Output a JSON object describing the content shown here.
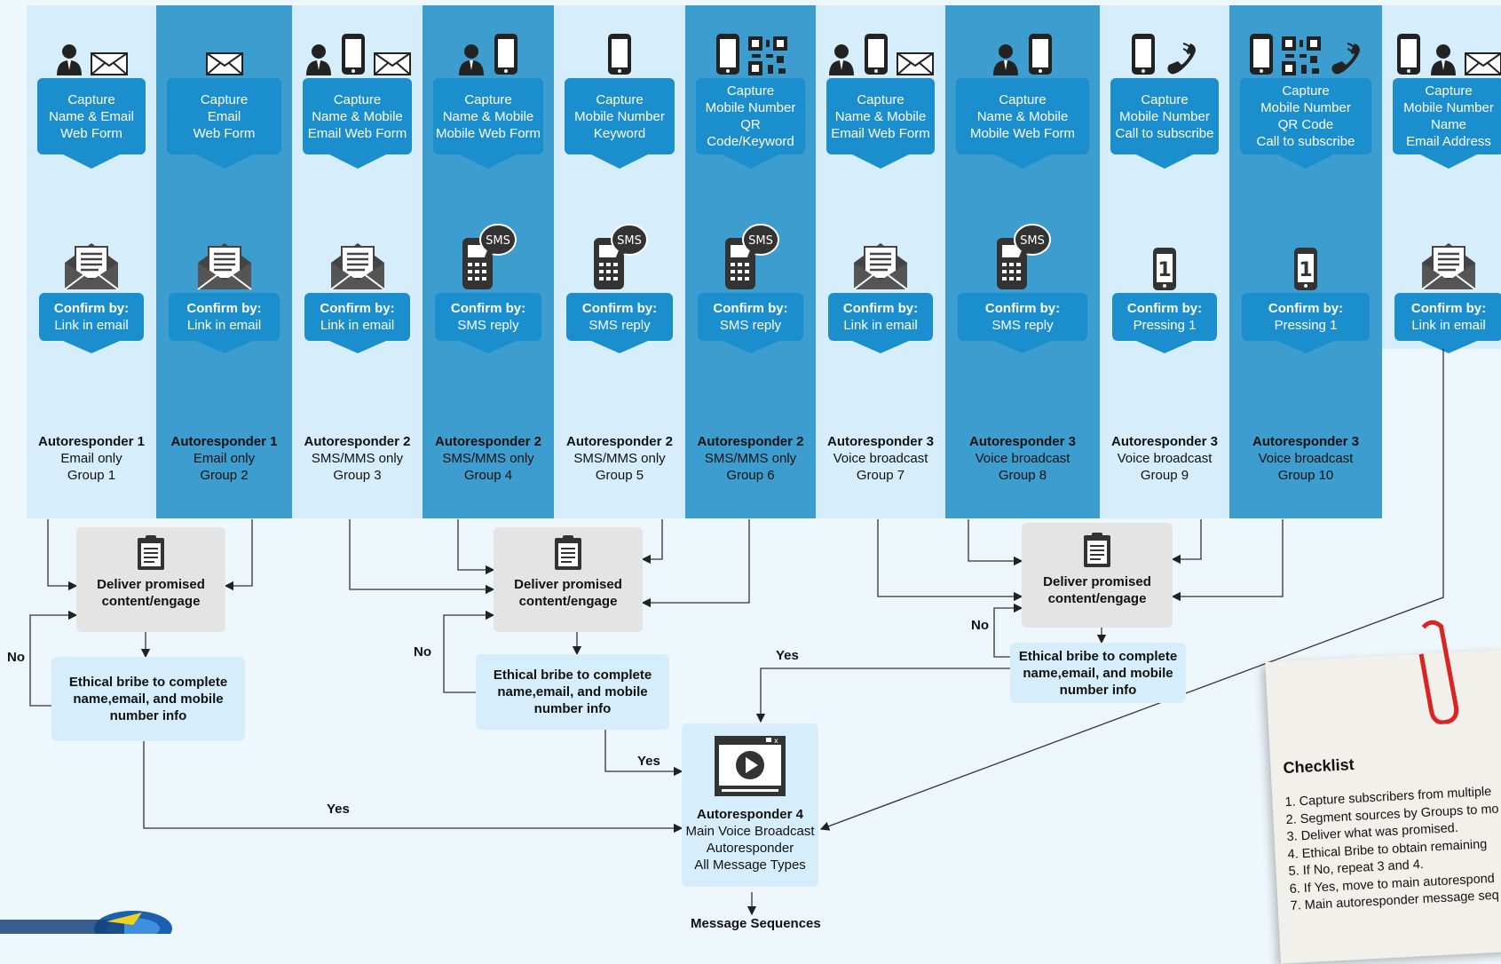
{
  "columns": [
    {
      "capture": [
        "Capture",
        "Name & Email",
        "Web Form"
      ],
      "icons": [
        "person-icon",
        "envelope-icon"
      ],
      "confirm": [
        "Confirm by:",
        "Link in email"
      ],
      "confirm_icon": "open-envelope-icon",
      "resp": [
        "Autoresponder 1",
        "Email only",
        "Group 1"
      ]
    },
    {
      "capture": [
        "Capture",
        "Email",
        "Web Form"
      ],
      "icons": [
        "envelope-icon"
      ],
      "confirm": [
        "Confirm by:",
        "Link in email"
      ],
      "confirm_icon": "open-envelope-icon",
      "resp": [
        "Autoresponder 1",
        "Email only",
        "Group 2"
      ]
    },
    {
      "capture": [
        "Capture",
        "Name & Mobile",
        "Email Web Form"
      ],
      "icons": [
        "person-icon",
        "phone-icon",
        "envelope-icon"
      ],
      "confirm": [
        "Confirm by:",
        "Link in email"
      ],
      "confirm_icon": "open-envelope-icon",
      "resp": [
        "Autoresponder 2",
        "SMS/MMS only",
        "Group 3"
      ]
    },
    {
      "capture": [
        "Capture",
        "Name & Mobile",
        "Mobile Web Form"
      ],
      "icons": [
        "person-icon",
        "phone-icon"
      ],
      "confirm": [
        "Confirm by:",
        "SMS reply"
      ],
      "confirm_icon": "sms-phone-icon",
      "resp": [
        "Autoresponder 2",
        "SMS/MMS only",
        "Group 4"
      ]
    },
    {
      "capture": [
        "Capture",
        "Mobile Number",
        "Keyword"
      ],
      "icons": [
        "phone-icon"
      ],
      "confirm": [
        "Confirm by:",
        "SMS reply"
      ],
      "confirm_icon": "sms-phone-icon",
      "resp": [
        "Autoresponder 2",
        "SMS/MMS only",
        "Group 5"
      ]
    },
    {
      "capture": [
        "Capture",
        "Mobile Number",
        "QR Code/Keyword"
      ],
      "icons": [
        "phone-icon",
        "qr-code-icon"
      ],
      "confirm": [
        "Confirm by:",
        "SMS reply"
      ],
      "confirm_icon": "sms-phone-icon",
      "resp": [
        "Autoresponder 2",
        "SMS/MMS only",
        "Group 6"
      ]
    },
    {
      "capture": [
        "Capture",
        "Name & Mobile",
        "Email Web Form"
      ],
      "icons": [
        "person-icon",
        "phone-icon",
        "envelope-icon"
      ],
      "confirm": [
        "Confirm by:",
        "Link in email"
      ],
      "confirm_icon": "open-envelope-icon",
      "resp": [
        "Autoresponder 3",
        "Voice broadcast",
        "Group 7"
      ]
    },
    {
      "capture": [
        "Capture",
        "Name & Mobile",
        "Mobile Web Form"
      ],
      "icons": [
        "person-icon",
        "phone-icon"
      ],
      "confirm": [
        "Confirm by:",
        "SMS reply"
      ],
      "confirm_icon": "sms-phone-icon",
      "resp": [
        "Autoresponder 3",
        "Voice broadcast",
        "Group 8"
      ]
    },
    {
      "capture": [
        "Capture",
        "Mobile Number",
        "Call to subscribe"
      ],
      "icons": [
        "phone-icon",
        "call-handset-icon"
      ],
      "confirm": [
        "Confirm by:",
        "Pressing 1"
      ],
      "confirm_icon": "keypad-phone-icon",
      "resp": [
        "Autoresponder 3",
        "Voice broadcast",
        "Group 9"
      ]
    },
    {
      "capture": [
        "Capture",
        "Mobile Number",
        "QR Code",
        "Call to subscribe"
      ],
      "icons": [
        "phone-icon",
        "qr-code-icon",
        "call-handset-icon"
      ],
      "confirm": [
        "Confirm by:",
        "Pressing 1"
      ],
      "confirm_icon": "keypad-phone-icon",
      "resp": [
        "Autoresponder 3",
        "Voice broadcast",
        "Group 10"
      ]
    },
    {
      "capture": [
        "Capture",
        "Mobile Number",
        "Name",
        "Email Address"
      ],
      "icons": [
        "phone-icon",
        "person-icon",
        "envelope-icon"
      ],
      "confirm": [
        "Confirm by:",
        "Link in email"
      ],
      "confirm_icon": "open-envelope-icon",
      "resp": []
    }
  ],
  "deliver": [
    "Deliver promised",
    "content/engage"
  ],
  "bribe": [
    "Ethical bribe to complete",
    "name,email, and mobile",
    "number info"
  ],
  "labels": {
    "no": "No",
    "yes": "Yes"
  },
  "ar4": [
    "Autoresponder 4",
    "Main Voice Broadcast",
    "Autoresponder",
    "All Message Types"
  ],
  "message_sequences": "Message Sequences",
  "checklist": {
    "title": "Checklist",
    "items": [
      "1. Capture subscribers from multiple",
      "2. Segment sources by Groups to mo",
      "3. Deliver what was promised.",
      "4. Ethical Bribe to obtain remaining",
      "5. If No, repeat 3 and 4.",
      "6. If Yes, move to main autorespond",
      "7. Main autoresponder message seq"
    ]
  },
  "colors": {
    "light": "#d6eefb",
    "dark": "#3d9dcf",
    "box": "#1b8fcd",
    "process": "#e4e4e4"
  }
}
